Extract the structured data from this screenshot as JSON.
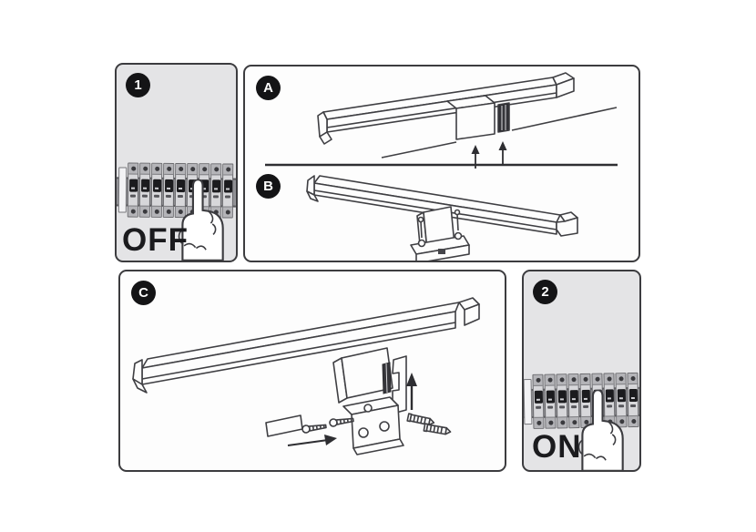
{
  "document": {
    "type": "installation-instructions",
    "subject": "mirror-mounted LED light bar"
  },
  "colors": {
    "page_background": "#ffffff",
    "panel_gray": "#e4e4e6",
    "panel_white": "#fdfdfd",
    "panel_border": "#3c3c3f",
    "badge_background": "#141416",
    "badge_text": "#ffffff",
    "line_art": "#3f3f43",
    "label_text": "#1b1b1e"
  },
  "icons": {
    "hand": "pointing-hand",
    "arrow_up": "up-arrow",
    "arrow_right": "right-arrow"
  },
  "panels": {
    "step1": {
      "badge": "1",
      "state_label": "OFF",
      "breaker_count": 9
    },
    "diagram_a": {
      "badge": "A"
    },
    "diagram_b": {
      "badge": "B"
    },
    "diagram_c": {
      "badge": "C"
    },
    "step2": {
      "badge": "2",
      "state_label": "ON",
      "breaker_count": 9
    }
  }
}
